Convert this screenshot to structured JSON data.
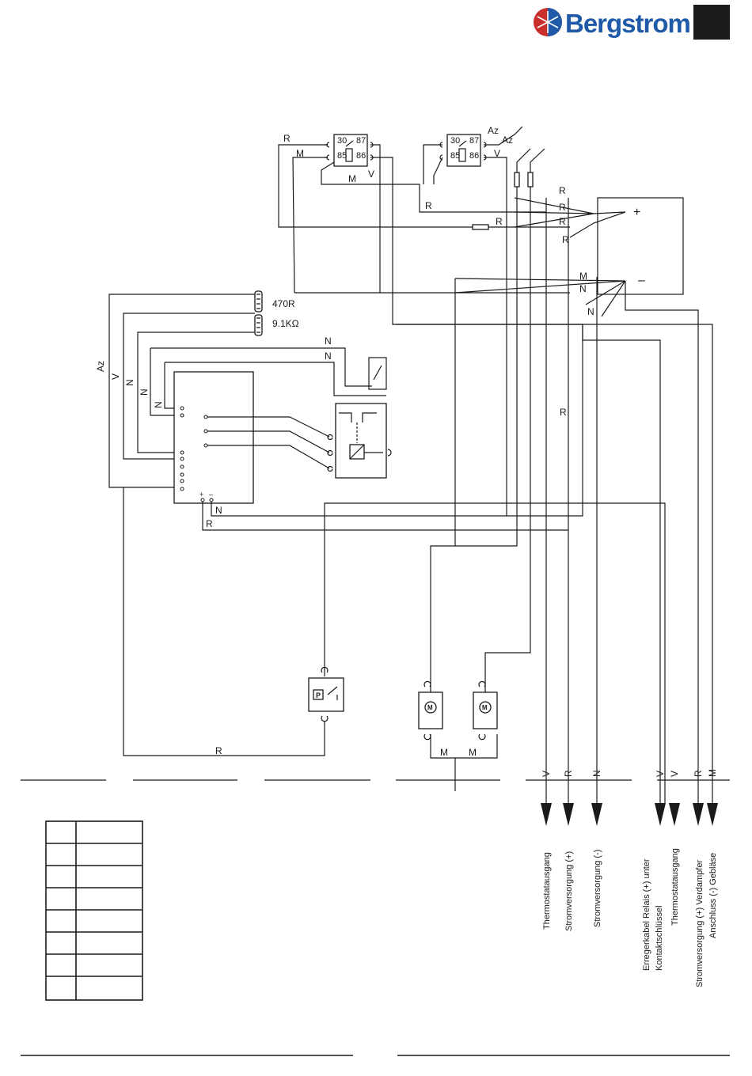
{
  "header": {
    "brand": "Bergstrom",
    "brand_mark": "."
  },
  "colors": {
    "brand_red": "#c9302c",
    "brand_blue": "#1f5aa8",
    "ink": "#1a1a1a"
  },
  "resistors": [
    {
      "label": "470R"
    },
    {
      "label": "9.1KΩ"
    }
  ],
  "relays": [
    {
      "pins": [
        "30",
        "87",
        "85",
        "86"
      ]
    },
    {
      "pins": [
        "30",
        "87",
        "85",
        "86"
      ]
    }
  ],
  "battery": {
    "plus": "+",
    "minus": "–"
  },
  "module": {
    "plus": "+",
    "minus": "–"
  },
  "pressure_switch": {
    "label": "P"
  },
  "motors": [
    {
      "label": "M"
    },
    {
      "label": "M"
    }
  ],
  "wire_labels": {
    "R": "R",
    "M": "M",
    "V": "V",
    "N": "N",
    "Az": "Az"
  },
  "bottom_codes": [
    "V",
    "R",
    "N",
    "V",
    "V",
    "R",
    "M"
  ],
  "terminals": [
    {
      "label": "Thermostatausgang"
    },
    {
      "label": "Stromversorgung (+)"
    },
    {
      "label": "Stromversorgung (-)"
    },
    {
      "label": "Erregerkabel Relais (+) unter",
      "label2": "Kontaktschlüssel"
    },
    {
      "label": "Thermostatausgang"
    },
    {
      "label": "Stromversorgung (+) Verdampfer"
    },
    {
      "label": "Anschluss (-) Gebläse"
    }
  ],
  "legend_rows": 8
}
